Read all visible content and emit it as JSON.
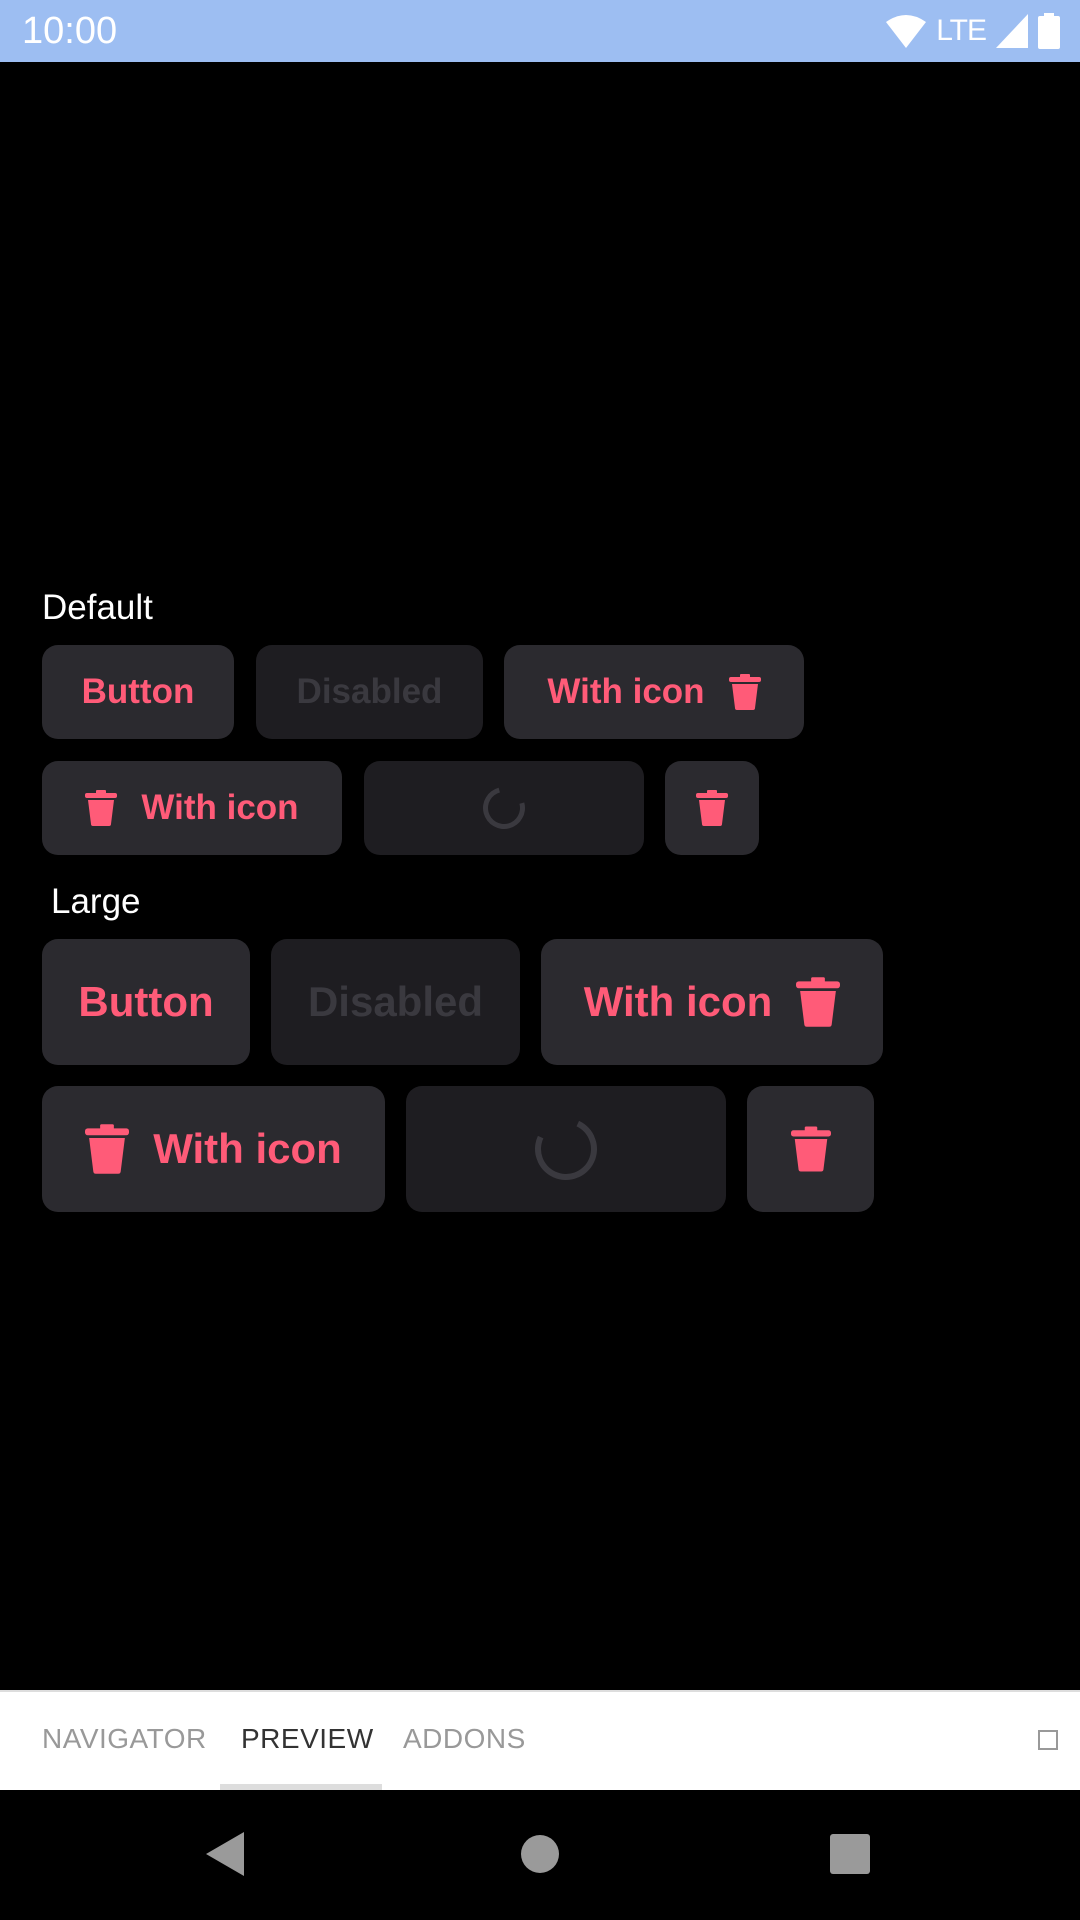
{
  "status_bar": {
    "time": "10:00",
    "network": "LTE"
  },
  "sections": {
    "default": {
      "title": "Default"
    },
    "large": {
      "title": "Large"
    }
  },
  "buttons": {
    "button_label": "Button",
    "disabled_label": "Disabled",
    "with_icon_label": "With icon"
  },
  "tabs": {
    "navigator": "NAVIGATOR",
    "preview": "PREVIEW",
    "addons": "ADDONS",
    "active": "PREVIEW"
  },
  "icons": {
    "trash": "trash-icon",
    "spinner": "loading-spinner"
  },
  "colors": {
    "accent": "#FF5B78",
    "button_bg": "#2B2A2F",
    "disabled_bg": "#1E1D21",
    "disabled_text": "#3A393F",
    "status_bar": "#9DBEF2"
  }
}
